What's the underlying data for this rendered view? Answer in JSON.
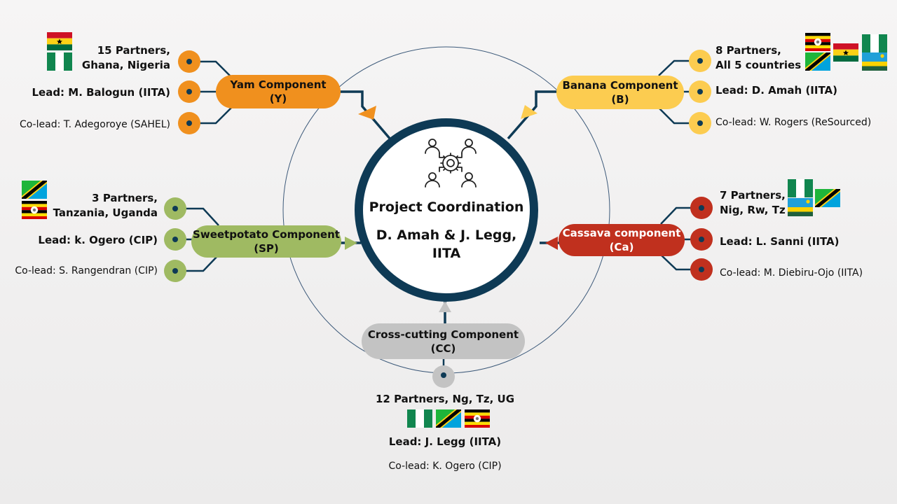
{
  "center": {
    "title": "Project Coordination",
    "leads_line1": "D. Amah & J. Legg,",
    "leads_line2": "IITA"
  },
  "yam": {
    "title": "Yam Component",
    "code": "(Y)",
    "partners_line1": "15 Partners,",
    "partners_line2": "Ghana, Nigeria",
    "lead": "Lead: M. Balogun (IITA)",
    "colead": "Co-lead: T. Adegoroye (SAHEL)",
    "color": "#f0901e",
    "flags": [
      "ghana",
      "nigeria"
    ]
  },
  "banana": {
    "title": "Banana Component",
    "code": "(B)",
    "partners_line1": "8 Partners,",
    "partners_line2": "All 5 countries",
    "lead": "Lead: D. Amah (IITA)",
    "colead": "Co-lead: W. Rogers (ReSourced)",
    "color": "#fccc50",
    "flags": [
      "uganda",
      "ghana",
      "nigeria",
      "tanzania",
      "rwanda"
    ]
  },
  "sweetpotato": {
    "title": "Sweetpotato Component",
    "code": "(SP)",
    "partners_line1": "3 Partners,",
    "partners_line2": "Tanzania, Uganda",
    "lead": "Lead: k. Ogero (CIP)",
    "colead": "Co-lead: S. Rangendran  (CIP)",
    "color": "#9fba62",
    "flags": [
      "tanzania",
      "uganda"
    ]
  },
  "cassava": {
    "title": "Cassava component",
    "code": "(Ca)",
    "partners_line1": "7 Partners,",
    "partners_line2": "Nig, Rw, Tz",
    "lead": "Lead: L. Sanni (IITA)",
    "colead": "Co-lead: M. Diebiru-Ojo (IITA)",
    "color": "#c0301e",
    "flags": [
      "nigeria",
      "tanzania",
      "rwanda"
    ]
  },
  "crosscutting": {
    "title": "Cross-cutting Component",
    "code": "(CC)",
    "partners": "12 Partners,  Ng, Tz, UG",
    "lead": "Lead: J. Legg (IITA)",
    "colead": "Co-lead: K. Ogero (CIP)",
    "color": "#c3c3c3",
    "flags": [
      "nigeria",
      "tanzania",
      "uganda"
    ]
  },
  "colors": {
    "navy": "#0e3a55",
    "outer_ring": "#3d5a7a"
  },
  "icons": [
    "team-gear-icon"
  ]
}
